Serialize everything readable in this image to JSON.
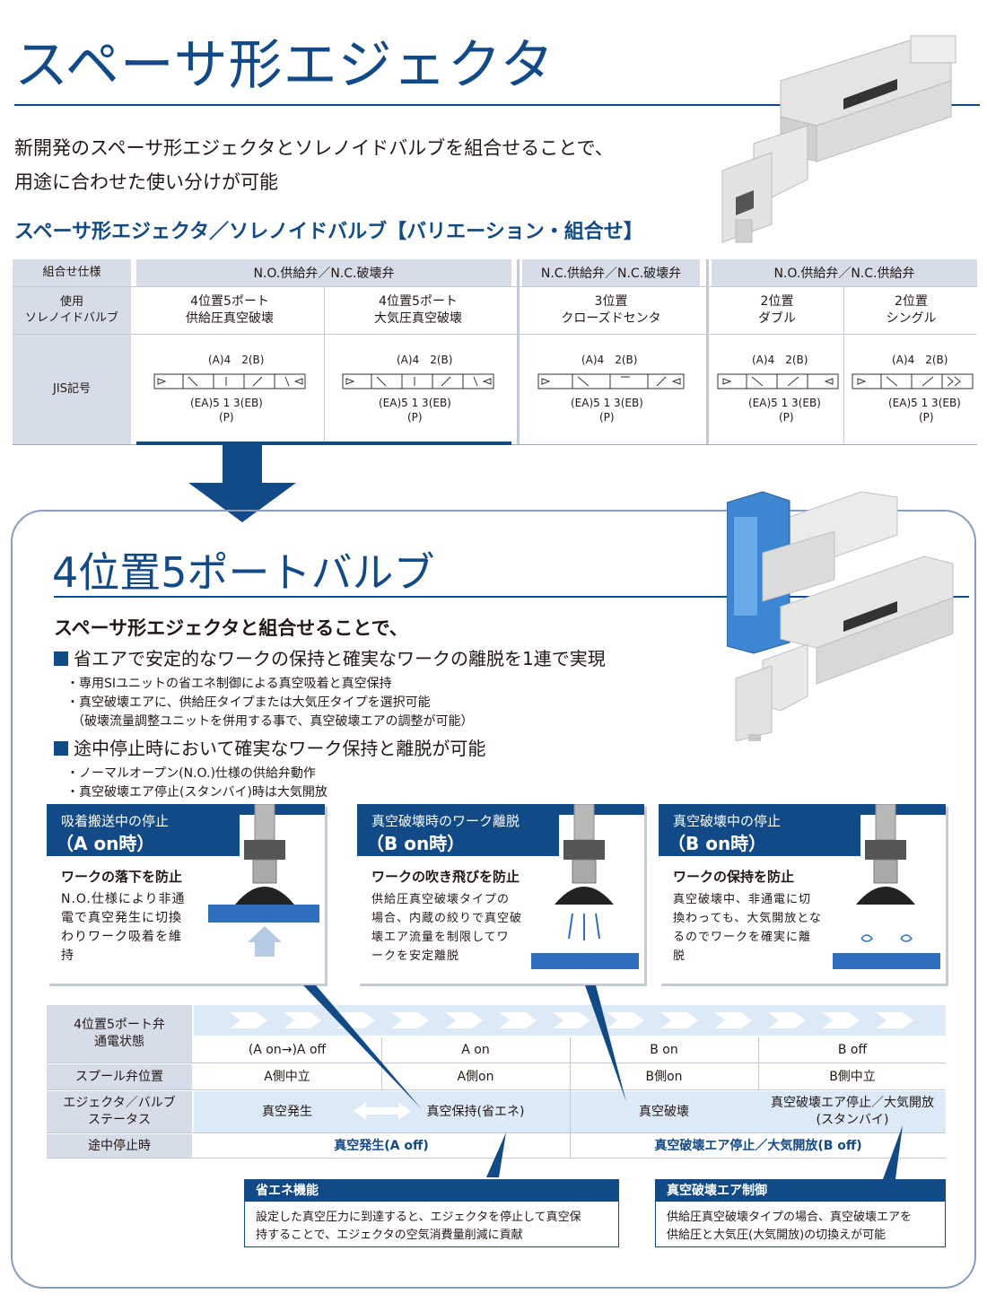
{
  "header": {
    "title": "スペーサ形エジェクタ",
    "intro_line1": "新開発のスペーサ形エジェクタとソレノイドバルブを組合せることで、",
    "intro_line2": "用途に合わせた使い分けが可能",
    "variation_heading": "スペーサ形エジェクタ／ソレノイドバルブ【バリエーション・組合せ】"
  },
  "variation_table": {
    "row_labels": [
      "組合せ仕様",
      "使用\nソレノイドバルブ",
      "JIS記号"
    ],
    "spec_groups": [
      "N.O.供給弁／N.C.破壊弁",
      "N.C.供給弁／N.C.破壊弁",
      "N.O.供給弁／N.C.供給弁"
    ],
    "valves": [
      {
        "line1": "4位置5ポート",
        "line2": "供給圧真空破壊"
      },
      {
        "line1": "4位置5ポート",
        "line2": "大気圧真空破壊"
      },
      {
        "line1": "3位置",
        "line2": "クローズドセンタ"
      },
      {
        "line1": "2位置",
        "line2": "ダブル"
      },
      {
        "line1": "2位置",
        "line2": "シングル"
      }
    ],
    "jis_labels": {
      "top": "(A)4　2(B)",
      "bottom": "(EA)5 1 3(EB)",
      "p": "(P)"
    }
  },
  "section": {
    "title": "4位置5ポートバルブ",
    "lead": "スペーサ形エジェクタと組合せることで、",
    "point1": "省エアで安定的なワークの保持と確実なワークの離脱を1連で実現",
    "point1_subs": [
      "・専用SIユニットの省エネ制御による真空吸着と真空保持",
      "・真空破壊エアに、供給圧タイプまたは大気圧タイプを選択可能",
      "（破壊流量調整ユニットを併用する事で、真空破壊エアの調整が可能）"
    ],
    "point2": "途中停止時において確実なワーク保持と離脱が可能",
    "point2_subs": [
      "・ノーマルオープン(N.O.)仕様の供給弁動作",
      "・真空破壊エア停止(スタンバイ)時は大気開放"
    ]
  },
  "cards": [
    {
      "h1": "吸着搬送中の停止",
      "h2": "（A on時）",
      "title": "ワークの落下を防止",
      "body": [
        "N.O.仕様により非通",
        "電で真空発生に切換",
        "わりワーク吸着を維",
        "持"
      ]
    },
    {
      "h1": "真空破壊時のワーク離脱",
      "h2": "（B on時）",
      "title": "ワークの吹き飛びを防止",
      "body": [
        "供給圧真空破壊タイプの",
        "場合、内蔵の絞りで真空破",
        "壊エア流量を制限してワ",
        "ークを安定離脱"
      ]
    },
    {
      "h1": "真空破壊中の停止",
      "h2": "（B on時）",
      "title": "ワークの保持を防止",
      "body": [
        "真空破壊中、非通電に切",
        "換わっても、大気開放とな",
        "るのでワークを確実に離",
        "脱"
      ]
    }
  ],
  "status_table": {
    "row_labels": [
      "4位置5ポート弁\n通電状態",
      "スプール弁位置",
      "エジェクタ／バルブ\nステータス",
      "途中停止時"
    ],
    "energized": [
      "(A on→)A off",
      "A on",
      "B on",
      "B off"
    ],
    "spool": [
      "A側中立",
      "A側on",
      "B側on",
      "B側中立"
    ],
    "status": [
      "真空発生",
      "真空保持(省エネ)",
      "真空破壊",
      "真空破壊エア停止／大気開放\n(スタンバイ)"
    ],
    "midstop": [
      "真空発生(A off)",
      "真空破壊エア停止／大気開放(B off)"
    ]
  },
  "info_boxes": [
    {
      "head": "省エネ機能",
      "body": [
        "設定した真空圧力に到達すると、エジェクタを停止して真空保",
        "持することで、エジェクタの空気消費量削減に貢献"
      ]
    },
    {
      "head": "真空破壊エア制御",
      "body": [
        "供給圧真空破壊タイプの場合、真空破壊エアを",
        "供給圧と大気圧(大気開放)の切換えが可能"
      ]
    }
  ],
  "colors": {
    "navy": "#114a86",
    "table_header": "#d6dce8",
    "status_band": "#dce9f6",
    "work_blue": "#2f6fc0"
  }
}
